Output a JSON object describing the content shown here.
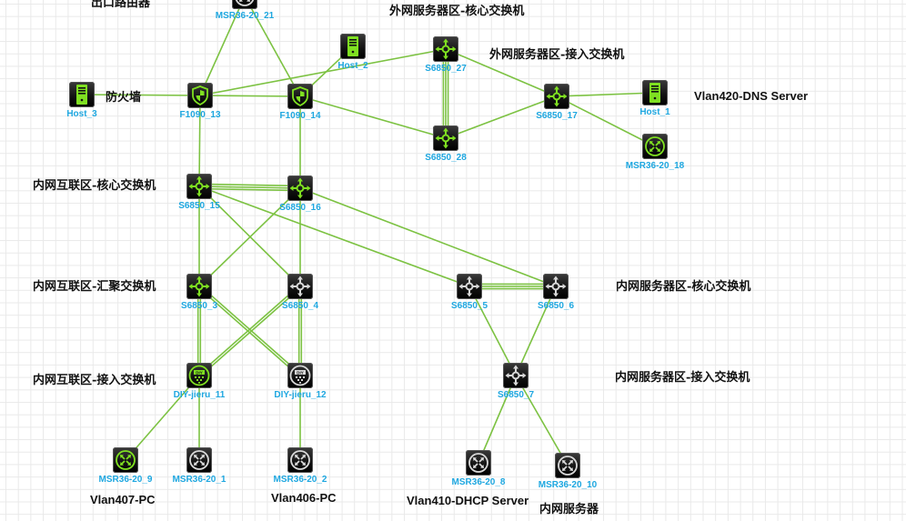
{
  "colors": {
    "link": "#7cc242",
    "active_icon": "#7fe021",
    "inactive_icon": "#d8d8d8",
    "node_label": "#1ea7e0",
    "text": "#111111"
  },
  "zones": [
    {
      "id": "exit-router",
      "text": "出口路由器"
    },
    {
      "id": "outer-server-core",
      "text": "外网服务器区-核心交换机"
    },
    {
      "id": "outer-server-access",
      "text": "外网服务器区-接入交换机"
    },
    {
      "id": "firewall",
      "text": "防火墙"
    },
    {
      "id": "inner-interconnect-core",
      "text": "内网互联区-核心交换机"
    },
    {
      "id": "inner-interconnect-aggregation",
      "text": "内网互联区-汇聚交换机"
    },
    {
      "id": "inner-interconnect-access",
      "text": "内网互联区-接入交换机"
    },
    {
      "id": "inner-server-core",
      "text": "内网服务器区-核心交换机"
    },
    {
      "id": "inner-server-access",
      "text": "内网服务器区-接入交换机"
    },
    {
      "id": "inner-server",
      "text": "内网服务器"
    }
  ],
  "notes": [
    {
      "id": "dns",
      "text": "Vlan420-DNS Server"
    },
    {
      "id": "vlan407",
      "text": "Vlan407-PC"
    },
    {
      "id": "vlan406",
      "text": "Vlan406-PC"
    },
    {
      "id": "dhcp",
      "text": "Vlan410-DHCP Server"
    }
  ],
  "nodes": [
    {
      "id": "MSR36-20_21",
      "label": "MSR36-20_21",
      "type": "router",
      "active": false
    },
    {
      "id": "Host_3",
      "label": "Host_3",
      "type": "host",
      "active": true
    },
    {
      "id": "F1090_13",
      "label": "F1090_13",
      "type": "firewall",
      "active": true
    },
    {
      "id": "F1090_14",
      "label": "F1090_14",
      "type": "firewall",
      "active": true
    },
    {
      "id": "Host_2",
      "label": "Host_2",
      "type": "host",
      "active": true
    },
    {
      "id": "S6850_27",
      "label": "S6850_27",
      "type": "switch",
      "active": true
    },
    {
      "id": "S6850_28",
      "label": "S6850_28",
      "type": "switch",
      "active": true
    },
    {
      "id": "S6850_17",
      "label": "S6850_17",
      "type": "switch",
      "active": true
    },
    {
      "id": "Host_1",
      "label": "Host_1",
      "type": "host",
      "active": true
    },
    {
      "id": "MSR36-20_18",
      "label": "MSR36-20_18",
      "type": "router",
      "active": true
    },
    {
      "id": "S6850_15",
      "label": "S6850_15",
      "type": "switch",
      "active": true
    },
    {
      "id": "S6850_16",
      "label": "S6850_16",
      "type": "switch",
      "active": true
    },
    {
      "id": "S6850_3",
      "label": "S6850_3",
      "type": "switch",
      "active": true
    },
    {
      "id": "S6850_4",
      "label": "S6850_4",
      "type": "switch",
      "active": false
    },
    {
      "id": "S6850_5",
      "label": "S6850_5",
      "type": "switch",
      "active": false
    },
    {
      "id": "S6850_6",
      "label": "S6850_6",
      "type": "switch",
      "active": false
    },
    {
      "id": "S6850_7",
      "label": "S6850_7",
      "type": "switch",
      "active": false
    },
    {
      "id": "DIY-jieru_11",
      "label": "DIY-jieru_11",
      "type": "diy",
      "active": true
    },
    {
      "id": "DIY-jieru_12",
      "label": "DIY-jieru_12",
      "type": "diy",
      "active": false
    },
    {
      "id": "MSR36-20_9",
      "label": "MSR36-20_9",
      "type": "router",
      "active": true
    },
    {
      "id": "MSR36-20_1",
      "label": "MSR36-20_1",
      "type": "router",
      "active": false
    },
    {
      "id": "MSR36-20_2",
      "label": "MSR36-20_2",
      "type": "router",
      "active": false
    },
    {
      "id": "MSR36-20_8",
      "label": "MSR36-20_8",
      "type": "router",
      "active": false
    },
    {
      "id": "MSR36-20_10",
      "label": "MSR36-20_10",
      "type": "router",
      "active": false
    }
  ],
  "links": [
    {
      "from": "MSR36-20_21",
      "to": "F1090_13",
      "count": 1
    },
    {
      "from": "MSR36-20_21",
      "to": "F1090_14",
      "count": 1
    },
    {
      "from": "Host_3",
      "to": "F1090_13",
      "count": 1
    },
    {
      "from": "F1090_13",
      "to": "F1090_14",
      "count": 1
    },
    {
      "from": "F1090_13",
      "to": "S6850_27",
      "count": 1
    },
    {
      "from": "F1090_14",
      "to": "Host_2",
      "count": 1
    },
    {
      "from": "F1090_14",
      "to": "S6850_28",
      "count": 1
    },
    {
      "from": "S6850_27",
      "to": "S6850_28",
      "count": 3
    },
    {
      "from": "S6850_27",
      "to": "S6850_17",
      "count": 1
    },
    {
      "from": "S6850_28",
      "to": "S6850_17",
      "count": 1
    },
    {
      "from": "S6850_17",
      "to": "Host_1",
      "count": 1
    },
    {
      "from": "S6850_17",
      "to": "MSR36-20_18",
      "count": 1
    },
    {
      "from": "F1090_13",
      "to": "S6850_15",
      "count": 1
    },
    {
      "from": "F1090_14",
      "to": "S6850_16",
      "count": 1
    },
    {
      "from": "S6850_15",
      "to": "S6850_16",
      "count": 3
    },
    {
      "from": "S6850_15",
      "to": "S6850_3",
      "count": 1
    },
    {
      "from": "S6850_15",
      "to": "S6850_4",
      "count": 1
    },
    {
      "from": "S6850_16",
      "to": "S6850_3",
      "count": 1
    },
    {
      "from": "S6850_16",
      "to": "S6850_4",
      "count": 1
    },
    {
      "from": "S6850_15",
      "to": "S6850_5",
      "count": 1
    },
    {
      "from": "S6850_16",
      "to": "S6850_6",
      "count": 1
    },
    {
      "from": "S6850_5",
      "to": "S6850_6",
      "count": 3
    },
    {
      "from": "S6850_5",
      "to": "S6850_7",
      "count": 1
    },
    {
      "from": "S6850_6",
      "to": "S6850_7",
      "count": 1
    },
    {
      "from": "S6850_3",
      "to": "DIY-jieru_11",
      "count": 2
    },
    {
      "from": "S6850_3",
      "to": "DIY-jieru_12",
      "count": 2
    },
    {
      "from": "S6850_4",
      "to": "DIY-jieru_11",
      "count": 2
    },
    {
      "from": "S6850_4",
      "to": "DIY-jieru_12",
      "count": 2
    },
    {
      "from": "DIY-jieru_11",
      "to": "MSR36-20_9",
      "count": 1
    },
    {
      "from": "DIY-jieru_11",
      "to": "MSR36-20_1",
      "count": 1
    },
    {
      "from": "DIY-jieru_12",
      "to": "MSR36-20_2",
      "count": 1
    },
    {
      "from": "S6850_7",
      "to": "MSR36-20_8",
      "count": 1
    },
    {
      "from": "S6850_7",
      "to": "MSR36-20_10",
      "count": 1
    }
  ]
}
